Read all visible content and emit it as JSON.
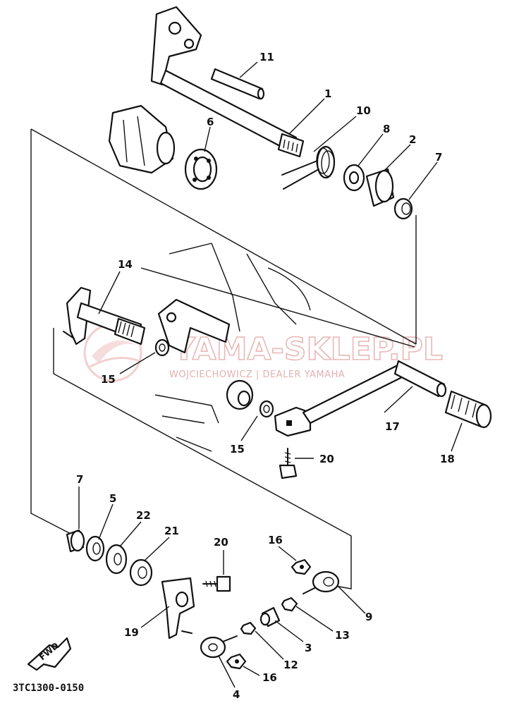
{
  "diagram": {
    "code": "3TC1300-0150",
    "direction_arrow": "FWD",
    "part_labels": [
      "1",
      "2",
      "3",
      "4",
      "5",
      "6",
      "7",
      "7",
      "8",
      "9",
      "10",
      "11",
      "12",
      "13",
      "14",
      "15",
      "15",
      "16",
      "16",
      "17",
      "18",
      "19",
      "20",
      "20",
      "21",
      "22"
    ]
  },
  "watermark": {
    "brand": "YAMA-SKLEP.PL",
    "tagline": "WOJCIECHOWICZ | DEALER YAMAHA"
  },
  "colors": {
    "ink": "#111111",
    "watermark": "#e9b7b7",
    "background": "#ffffff"
  }
}
